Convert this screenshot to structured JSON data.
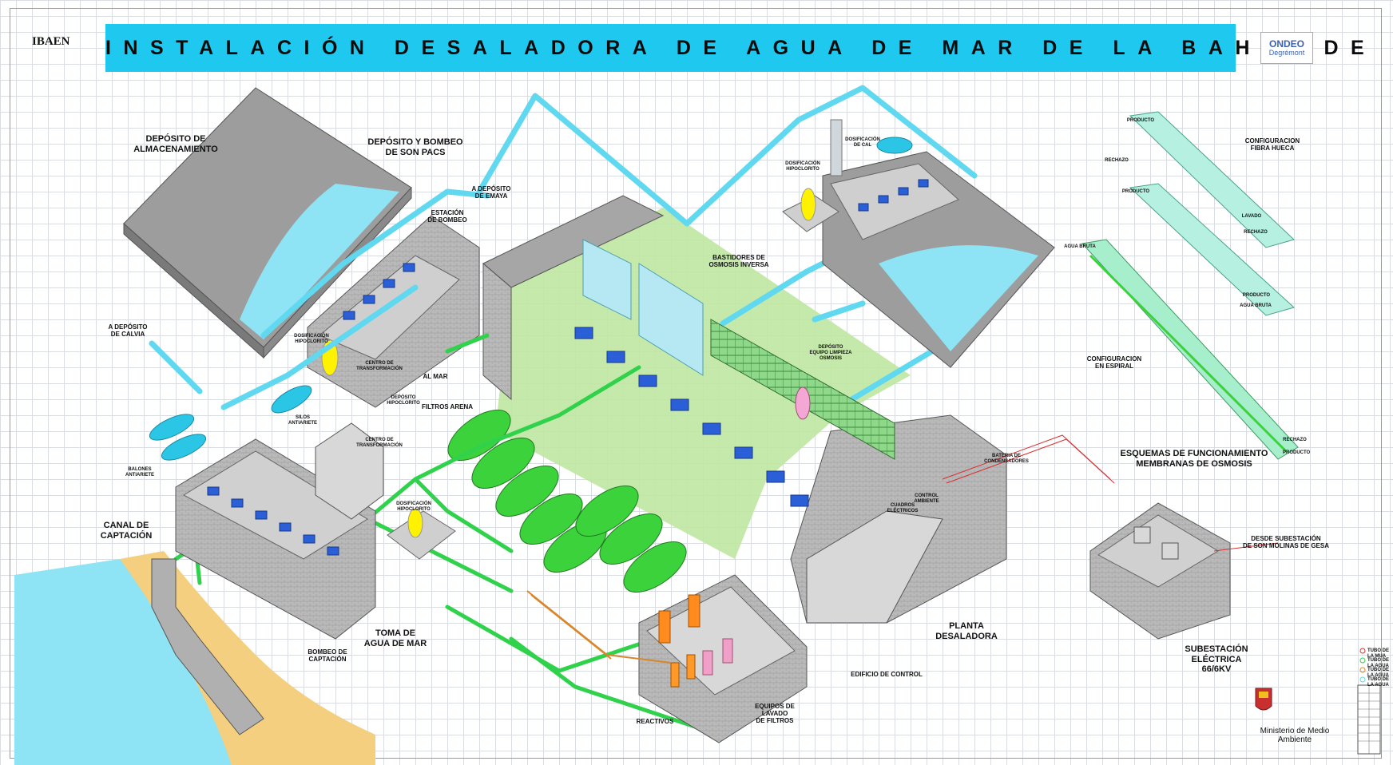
{
  "title": "INSTALACIÓN DESALADORA DE AGUA DE MAR DE LA BAHÍA DE PALMA",
  "logo_left": "IBAEN",
  "logo_right": {
    "line1": "ONDEO",
    "line2": "Degrémont"
  },
  "ministry": "Ministerio de Medio Ambiente",
  "labels": {
    "deposito_almacenamiento": "DEPÓSITO DE\nALMACENAMIENTO",
    "deposito_son_pacs": "DEPÓSITO Y BOMBEO\nDE SON PACS",
    "deposito_emaya": "A DEPÓSITO\nDE EMAYA",
    "estacion_bombeo": "ESTACIÓN\nDE BOMBEO",
    "deposito_calvia": "A DEPÓSITO\nDE CALVIA",
    "al_mar": "AL MAR",
    "filtros_arena": "FILTROS ARENA",
    "bastidores": "BASTIDORES DE\nOSMOSIS INVERSA",
    "canal_captacion": "CANAL DE\nCAPTACIÓN",
    "toma_agua_mar": "TOMA DE\nAGUA DE MAR",
    "bombeo_captacion": "BOMBEO DE\nCAPTACIÓN",
    "reactivos": "REACTIVOS",
    "edificio_control": "EDIFICIO DE CONTROL",
    "planta_desaladora": "PLANTA DESALADORA",
    "configuracion_fibra": "CONFIGURACION\nFIBRA HUECA",
    "configuracion_espiral": "CONFIGURACION\nEN ESPIRAL",
    "esquemas": "ESQUEMAS DE FUNCIONAMIENTO\nMEMBRANAS DE OSMOSIS",
    "desde_subestacion": "DESDE SUBESTACIÓN\nDE SON MOLINAS DE GESA",
    "subestacion": "SUBESTACIÓN\nELÉCTRICA\n66/6KV",
    "equipos_lavado": "EQUIPOS DE LAVADO\nDE FILTROS"
  },
  "small_labels": {
    "dosificacion_hipoclorito_a": "DOSIFICACIÓN\nHIPOCLORITO",
    "centro_transformacion_a": "CENTRO DE\nTRANSFORMACIÓN",
    "sodium_a": "DEPÓSITO\nHIPOCLORITO",
    "silos_antiariete": "SILOS\nANTIARIETE",
    "balones_antiariete": "BALONES\nANTIARIETE",
    "centro_transformacion_b": "CENTRO DE\nTRANSFORMACIÓN",
    "dosificacion_hipoclorito_b": "DOSIFICACIÓN\nHIPOCLORITO",
    "dosificacion_hipoclorito_c": "DOSIFICACIÓN\nHIPOCLORITO",
    "dosificacion_cal": "DOSIFICACIÓN\nDE CAL",
    "bateria_condensadores": "BATERIA DE\nCONDENSADORES",
    "control_ambiente": "CONTROL\nAMBIENTE",
    "cuadros_electricos": "CUADROS\nELÉCTRICOS",
    "deposito_cip": "DEPÓSITO\nEQUIPO LIMPIEZA\nOSMOSIS",
    "producto_1": "PRODUCTO",
    "rechazo_1": "RECHAZO",
    "producto_2": "PRODUCTO",
    "rechazo_2": "RECHAZO",
    "producto_3": "PRODUCTO",
    "agua_bruta_1": "AGUA BRUTA",
    "agua_bruta_2": "AGUA BRUTA",
    "rechazo_3": "RECHAZO",
    "producto_4": "PRODUCTO",
    "lavado": "LAVADO"
  },
  "legend": [
    "TUBO DE LA MUA",
    "TUBO DE LA AGUA",
    "TUBO DE LA AGUA",
    "TUBO DE LA AGUA"
  ],
  "colors": {
    "title_bar": "#1ec8ee",
    "pipe_seawater": "#2fd24a",
    "pipe_product": "#5fd8f0",
    "building": "#b8b8b8",
    "water": "#8ee3f5",
    "sand": "#f3cf7f",
    "plant_floor": "#bfe7a1"
  }
}
